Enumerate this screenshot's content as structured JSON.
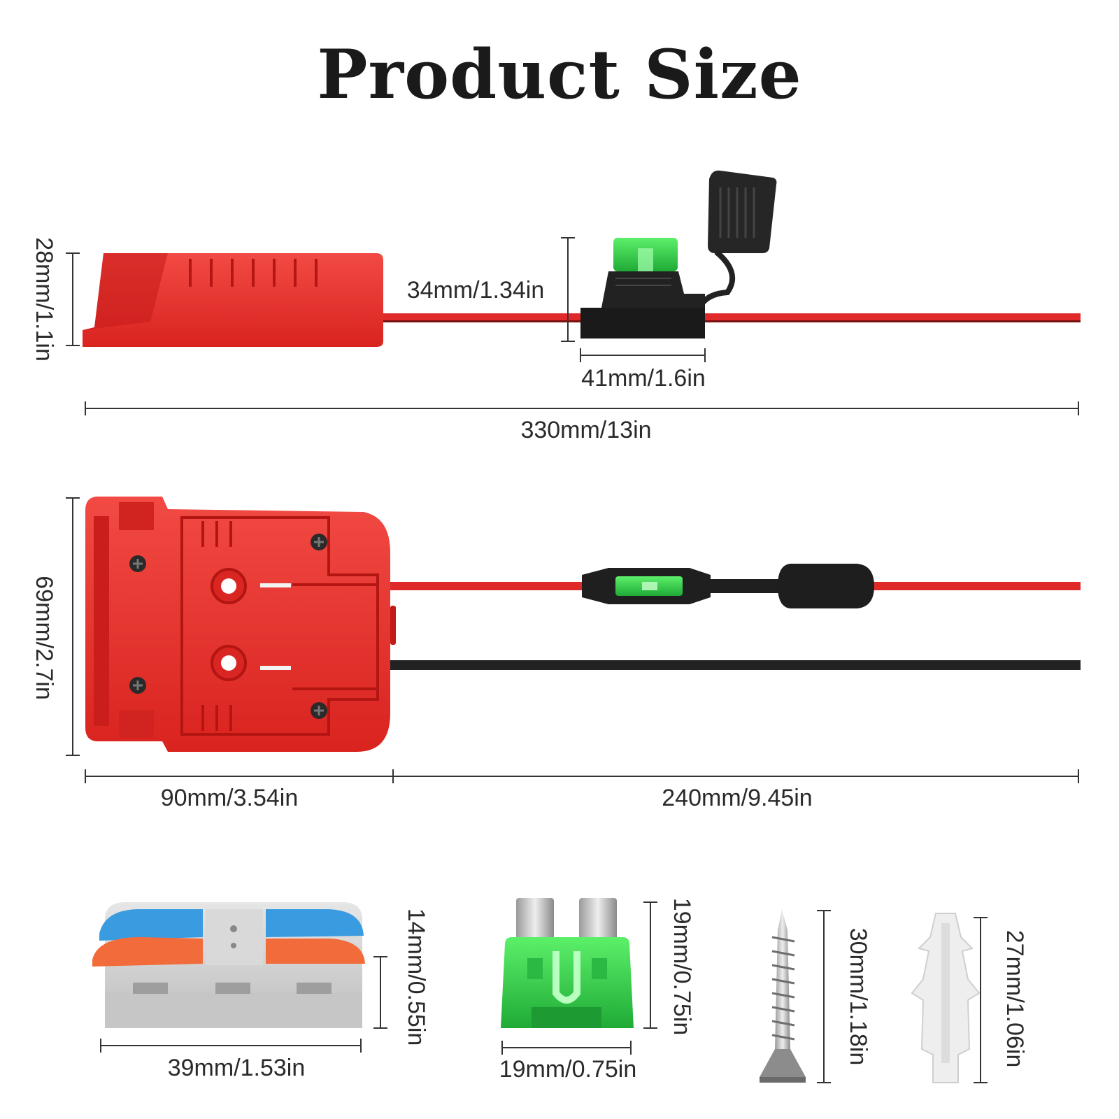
{
  "title": "Product Size",
  "dimensions": {
    "side_height": "28mm/1.1in",
    "fuse_holder_height": "34mm/1.34in",
    "fuse_holder_width": "41mm/1.6in",
    "total_length": "330mm/13in",
    "adapter_height": "69mm/2.7in",
    "adapter_length": "90mm/3.54in",
    "cable_length": "240mm/9.45in",
    "connector_height": "14mm/0.55in",
    "connector_width": "39mm/1.53in",
    "fuse_height": "19mm/0.75in",
    "fuse_width": "19mm/0.75in",
    "screw_length": "30mm/1.18in",
    "anchor_length": "27mm/1.06in"
  },
  "colors": {
    "adapter_red": "#e8322f",
    "cable_red": "#e02a2a",
    "cable_black": "#222222",
    "fuse_green": "#3fdc55",
    "connector_blue": "#3a9be0",
    "connector_orange": "#f26b3a",
    "connector_gray": "#d4d4d4"
  }
}
